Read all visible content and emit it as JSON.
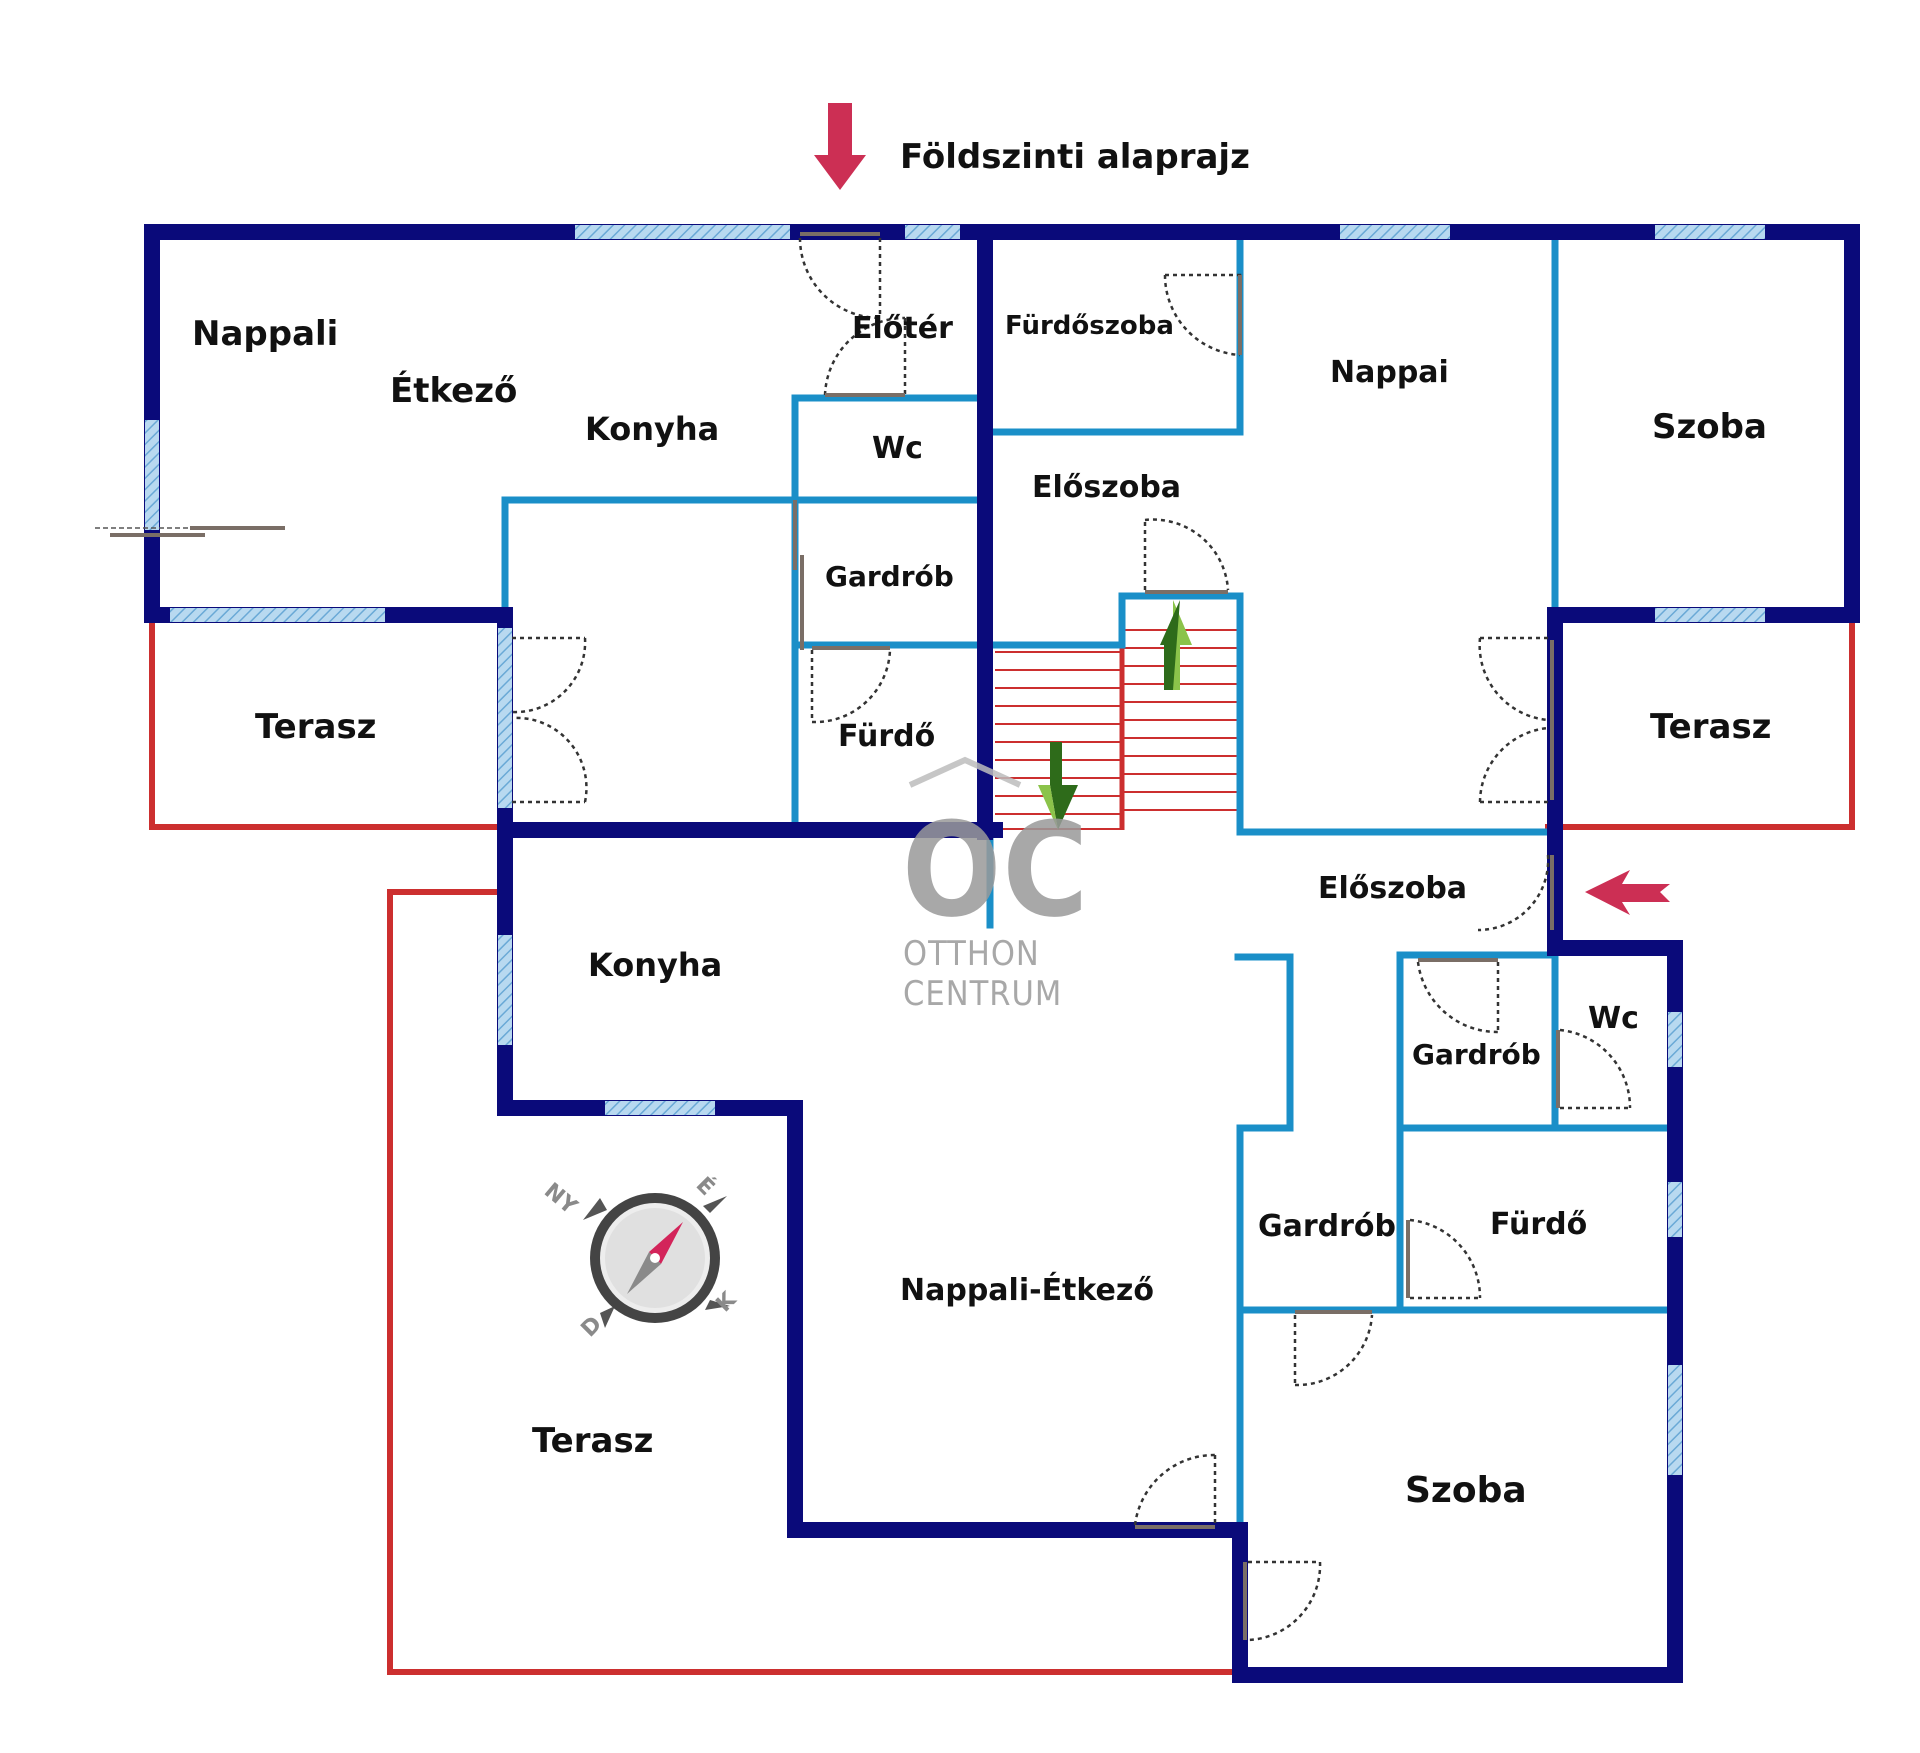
{
  "title": "Földszinti alaprajz",
  "colors": {
    "outer_wall": "#0a0a7a",
    "inner_wall": "#1a8fc8",
    "terrace": "#cc2f2f",
    "window": "#8fc4e8",
    "door": "#7a6e66",
    "stair": "#cc2f2f",
    "arrow_entry": "#cc2f54",
    "arrow_stair": "#4a9a2a"
  },
  "rooms": {
    "nappali": "Nappali",
    "etkezo": "Étkező",
    "konyha_top": "Konyha",
    "eloter": "Előtér",
    "wc_top": "Wc",
    "gardrob_top": "Gardrób",
    "furdo_top": "Fürdő",
    "furdoszoba": "Fürdőszoba",
    "nappai": "Nappai",
    "eloszoba_top": "Előszoba",
    "szoba_right": "Szoba",
    "terasz_left": "Terasz",
    "terasz_right": "Terasz",
    "eloszoba_mid": "Előszoba",
    "konyha_bottom": "Konyha",
    "wc_bottom": "Wc",
    "gardrob_mid": "Gardrób",
    "gardrob_bottom": "Gardrób",
    "furdo_bottom": "Fürdő",
    "nappali_etkezo": "Nappali-Étkező",
    "terasz_bottom": "Terasz",
    "szoba_bottom": "Szoba"
  },
  "logo": {
    "mark": "OC",
    "line1": "OTTHON",
    "line2": "CENTRUM"
  },
  "compass": {
    "north_east": "É",
    "north_west": "NY",
    "south_east": "K",
    "south_west": "D"
  }
}
